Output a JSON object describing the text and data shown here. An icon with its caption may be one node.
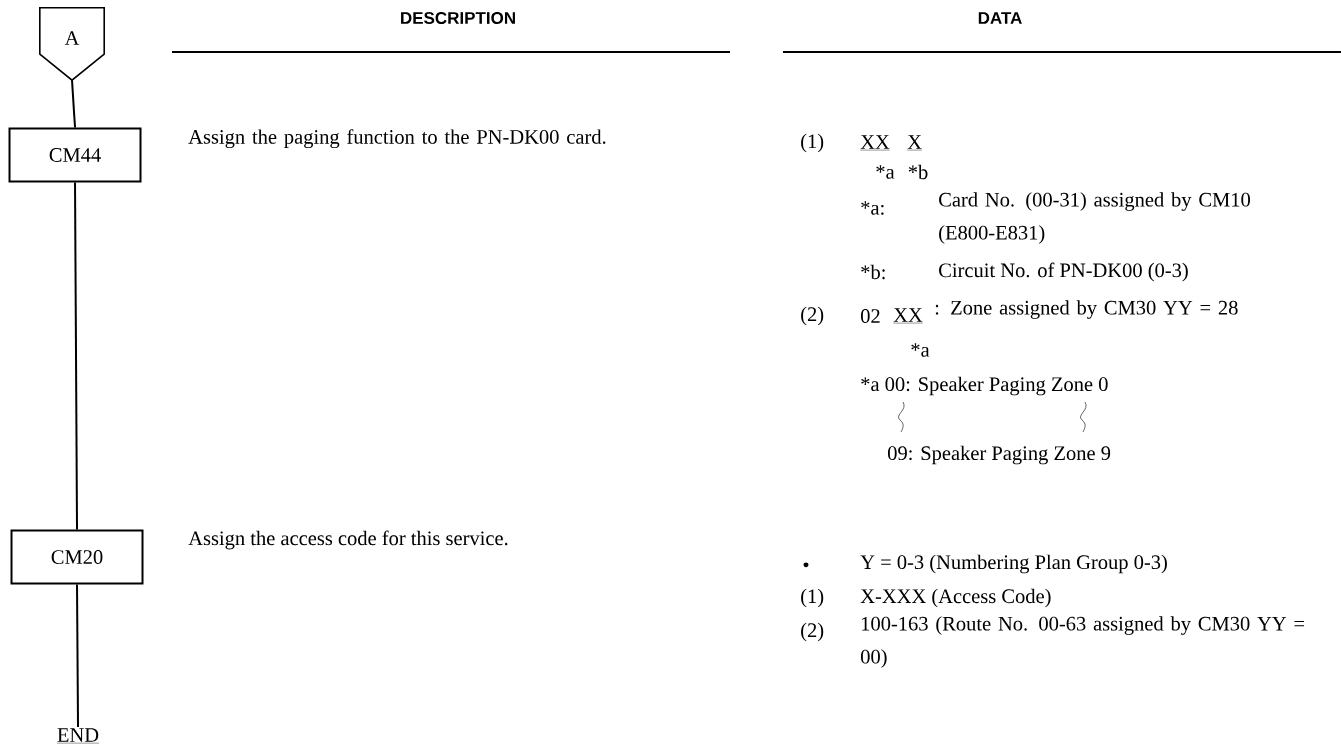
{
  "diagram": {
    "nodes": [
      {
        "text": [
          "A"
        ]
      },
      {
        "text": [
          "CM44"
        ]
      },
      {
        "text": [
          "CM20"
        ]
      },
      {
        "text": [
          "END"
        ]
      }
    ],
    "edges": [
      {
        "from": 0,
        "to": 1,
        "arrow": "none"
      },
      {
        "from": 1,
        "to": 2,
        "arrow": "none"
      },
      {
        "from": 2,
        "to": 3,
        "arrow": "none"
      }
    ],
    "labels": [
      "DESCRIPTION",
      "DATA",
      "Assign the paging function to the PN-DK00 card.",
      "(1)",
      "XX",
      "X",
      "*a",
      "*b",
      "*a:",
      "Card No. (00-31) assigned by CM10 (E800-E831)",
      "*b:",
      "Circuit No. of PN-DK00 (0-3)",
      "(2)",
      "02",
      "XX",
      ": Zone assigned by CM30 YY = 28",
      "*a",
      "*a 00: Speaker Paging Zone 0",
      "09: Speaker Paging Zone 9",
      "Assign the access code for this service.",
      "•",
      "Y = 0-3 (Numbering Plan Group 0-3)",
      "(1)",
      "X-XXX (Access Code)",
      "(2)",
      "100-163 (Route No. 00-63 assigned by CM30 YY = 00)"
    ]
  }
}
